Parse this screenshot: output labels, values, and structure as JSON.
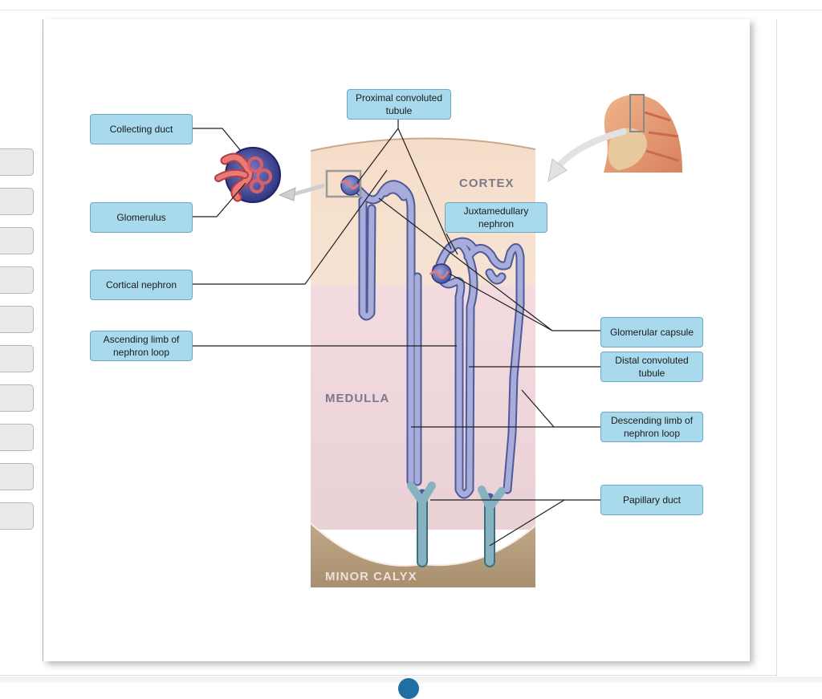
{
  "labels": {
    "proximal": "Proximal convoluted tubule",
    "collecting": "Collecting duct",
    "glomerulus": "Glomerulus",
    "juxtamedullary": "Juxtamedullary nephron",
    "cortical": "Cortical nephron",
    "ascending": "Ascending limb of nephron loop",
    "capsule": "Glomerular capsule",
    "distal": "Distal convoluted tubule",
    "descending": "Descending limb of nephron loop",
    "papillary": "Papillary duct"
  },
  "zones": {
    "cortex": "CORTEX",
    "medulla": "MEDULLA",
    "calyx": "MINOR CALYX"
  },
  "answer_slots": 10
}
